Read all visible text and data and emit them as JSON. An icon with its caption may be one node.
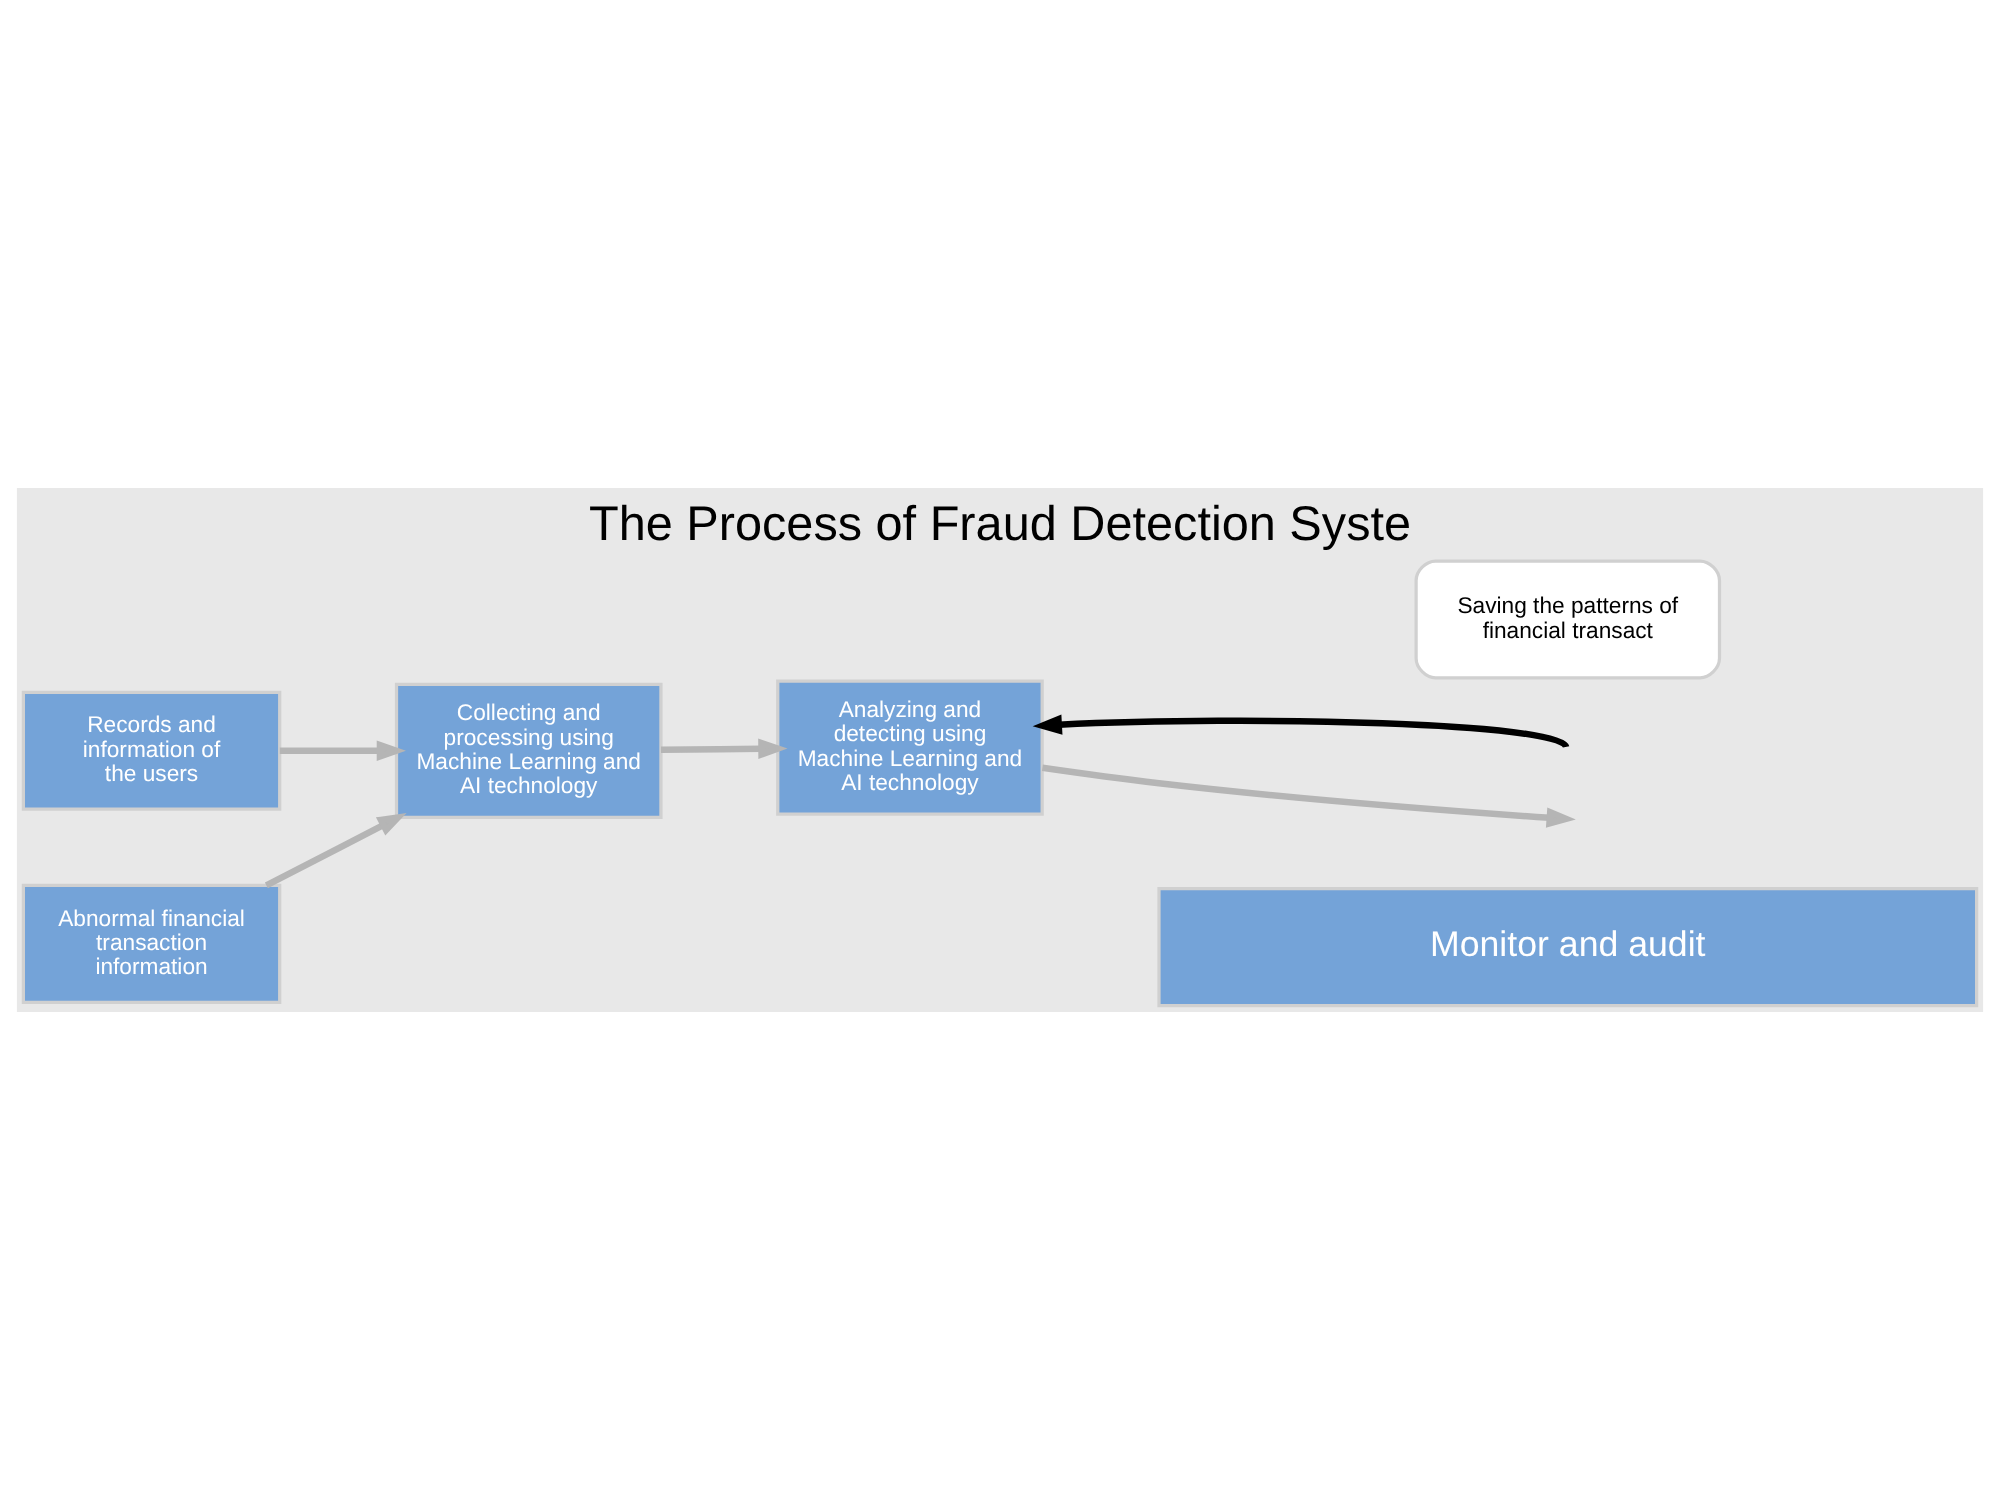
{
  "diagram": {
    "title": "The Process of Fraud Detection Syste",
    "nodes": [
      {
        "text": [
          "Records and information of the users"
        ]
      },
      {
        "text": [
          "Collecting and processing using Machine Learning and AI technology"
        ]
      },
      {
        "text": [
          "Analyzing and detecting using Machine Learning and AI technology"
        ]
      },
      {
        "text": [
          "Abnormal financial transaction information"
        ]
      },
      {
        "text": [
          "Saving the patterns of financial transact"
        ]
      },
      {
        "text": [
          "Monitor and audit"
        ]
      }
    ],
    "edges": [
      {
        "from": 0,
        "to": 1,
        "arrow": "to"
      },
      {
        "from": 1,
        "to": 2,
        "arrow": "to"
      },
      {
        "from": null,
        "to": 2,
        "arrow": "to",
        "color": "#000000"
      },
      {
        "from": 2,
        "to": null,
        "arrow": "to"
      },
      {
        "from": 3,
        "to": 1,
        "arrow": "to"
      }
    ]
  }
}
